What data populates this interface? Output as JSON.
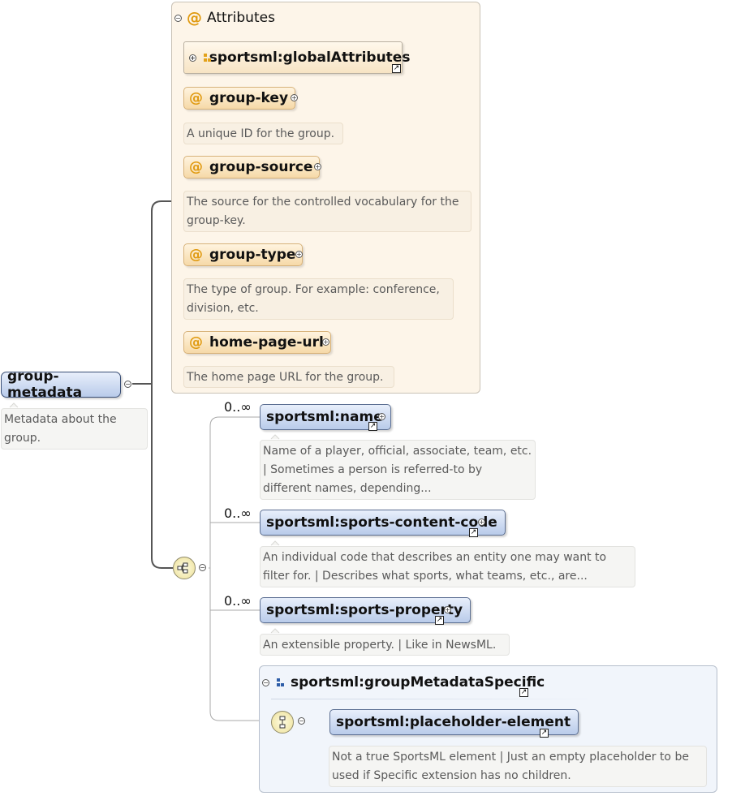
{
  "root": {
    "label": "group-metadata",
    "doc": "Metadata about the group."
  },
  "attributes": {
    "title": "Attributes",
    "global_ref": "sportsml:globalAttributes",
    "items": [
      {
        "name": "group-key",
        "doc": "A unique ID for the group."
      },
      {
        "name": "group-source",
        "doc": "The source for the controlled vocabulary for the group-key."
      },
      {
        "name": "group-type",
        "doc": "The type of group. For example: conference, division, etc."
      },
      {
        "name": "home-page-url",
        "doc": "The home page URL for the group."
      }
    ]
  },
  "sequence": {
    "elements": [
      {
        "name": "sportsml:name",
        "occurs": "0..∞",
        "doc": "Name of a player, official, associate, team, etc. | Sometimes a person is referred-to by different names, depending..."
      },
      {
        "name": "sportsml:sports-content-code",
        "occurs": "0..∞",
        "doc": "An individual code that describes an entity one may want to filter for. | Describes what sports, what teams, etc., are..."
      },
      {
        "name": "sportsml:sports-property",
        "occurs": "0..∞",
        "doc": "An extensible property. | Like in NewsML."
      }
    ],
    "group": {
      "name": "sportsml:groupMetadataSpecific",
      "element": "sportsml:placeholder-element",
      "element_doc": "Not a true SportsML element | Just an empty placeholder to be used if Specific extension has no children."
    }
  },
  "symbols": {
    "at": "@",
    "collapse": "−",
    "expand": "+",
    "ref_arrow": "↗"
  },
  "colors": {
    "attr_bg": "#fdf5e9",
    "element_fill": "#b9cbea",
    "group_bg": "#f1f5fb",
    "at_sign": "#e09a10"
  }
}
